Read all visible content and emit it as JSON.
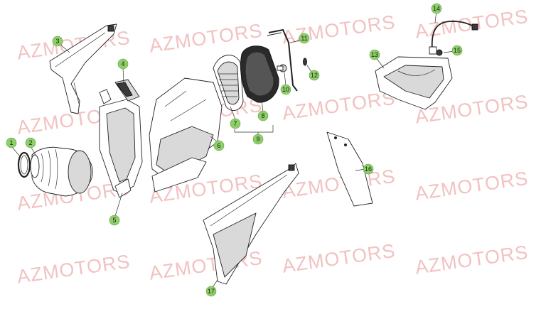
{
  "watermark": {
    "text": "AZMOTORS",
    "color": "#f2c2c2"
  },
  "callouts": {
    "fill_color": "#8fcf6a",
    "items": [
      {
        "id": "c1",
        "label": "1"
      },
      {
        "id": "c2",
        "label": "2"
      },
      {
        "id": "c3",
        "label": "3"
      },
      {
        "id": "c4",
        "label": "4"
      },
      {
        "id": "c5",
        "label": "5"
      },
      {
        "id": "c6",
        "label": "6"
      },
      {
        "id": "c7",
        "label": "7"
      },
      {
        "id": "c8",
        "label": "8"
      },
      {
        "id": "c9",
        "label": "9"
      },
      {
        "id": "c10",
        "label": "10"
      },
      {
        "id": "c11",
        "label": "11"
      },
      {
        "id": "c12",
        "label": "12"
      },
      {
        "id": "c13",
        "label": "13"
      },
      {
        "id": "c14",
        "label": "14"
      },
      {
        "id": "c15",
        "label": "15"
      },
      {
        "id": "c16",
        "label": "16"
      },
      {
        "id": "c17",
        "label": "17"
      }
    ]
  }
}
